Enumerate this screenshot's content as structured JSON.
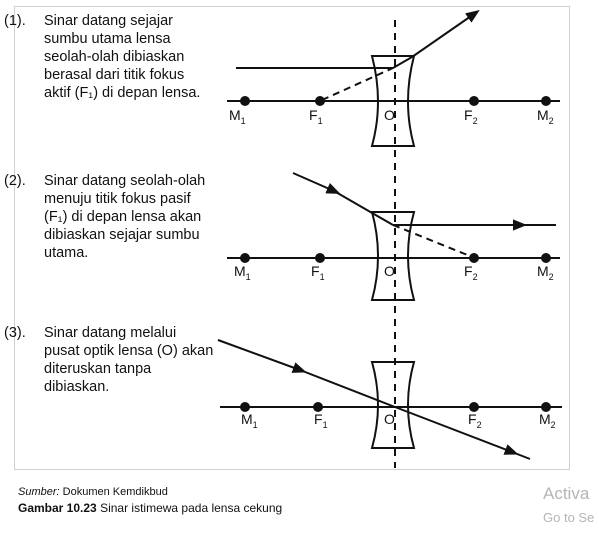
{
  "rules": [
    {
      "number": "(1).",
      "text": "Sinar datang sejajar sumbu utama lensa seolah-olah dibiaskan berasal dari titik fokus aktif (F₁) di depan lensa."
    },
    {
      "number": "(2).",
      "text": "Sinar datang seolah-olah menuju titik fokus pasif (F₁) di depan lensa akan dibiaskan sejajar sumbu utama."
    },
    {
      "number": "(3).",
      "text": "Sinar datang melalui pusat optik lensa (O) akan diteruskan tanpa dibiaskan."
    }
  ],
  "labels": {
    "m1": "M",
    "m1_sub": "1",
    "f1": "F",
    "f1_sub": "1",
    "o": "O",
    "f2": "F",
    "f2_sub": "2",
    "m2": "M",
    "m2_sub": "2"
  },
  "source_label": "Sumber:",
  "source_text": "Dokumen Kemdikbud",
  "caption_label": "Gambar 10.23",
  "caption_text": "Sinar istimewa pada lensa cekung",
  "watermark": {
    "line1": "Activa",
    "line2": "Go to Se"
  },
  "colors": {
    "line": "#111111",
    "frame": "#cfcfcf",
    "watermark": "#b5b5b5"
  }
}
